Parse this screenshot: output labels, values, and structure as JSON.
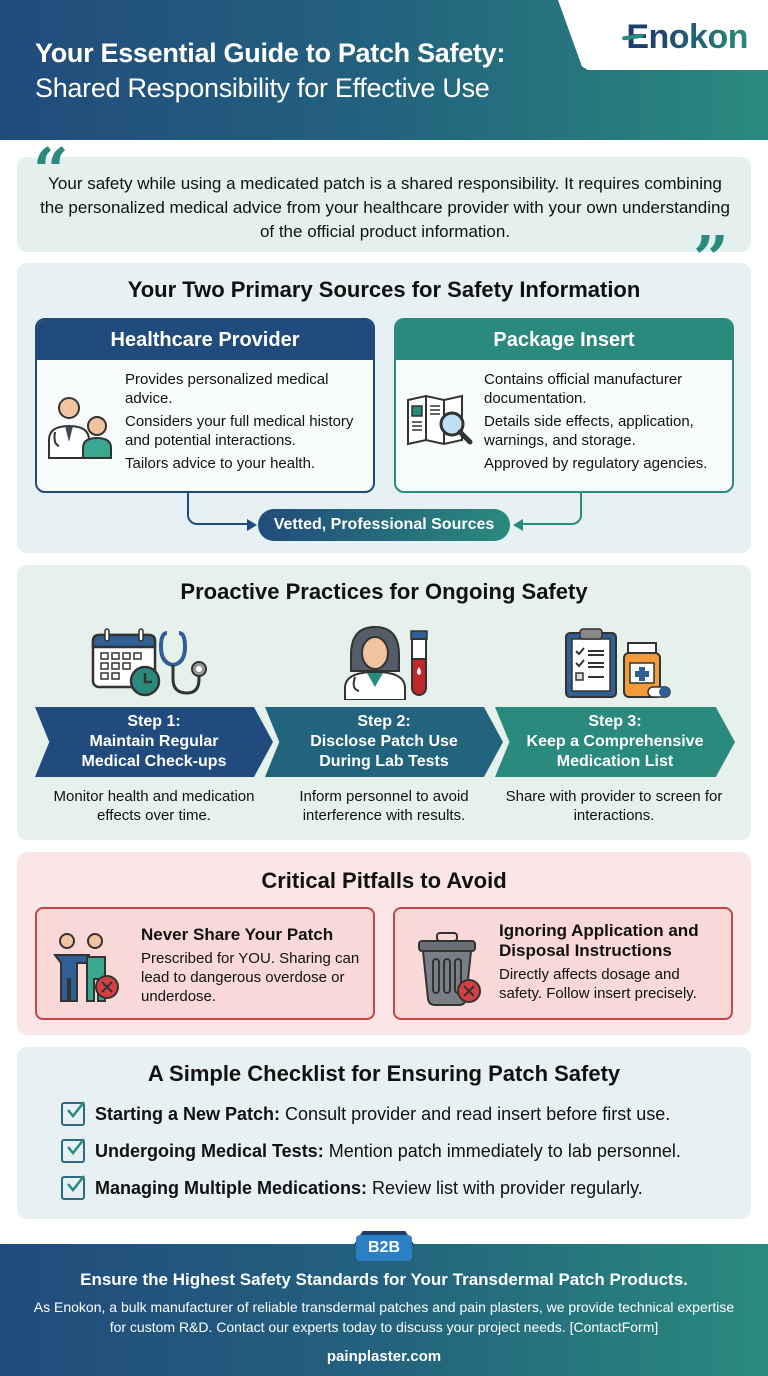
{
  "header": {
    "title": "Your Essential Guide to Patch Safety:",
    "subtitle": "Shared Responsibility for Effective Use",
    "logo": {
      "first": "E",
      "rest": "nokon"
    }
  },
  "quote": {
    "open_mark": "“",
    "close_mark": "”",
    "text": "Your safety while using a medicated patch is a shared responsibility. It requires combining the personalized medical advice from your healthcare provider with your own understanding of the official product information."
  },
  "sources": {
    "title": "Your Two Primary Sources for Safety Information",
    "cards": [
      {
        "title": "Healthcare Provider",
        "icon": "doctor-patient-icon",
        "points": [
          "Provides personalized medical advice.",
          "Considers your full medical history and potential interactions.",
          "Tailors advice to your health."
        ]
      },
      {
        "title": "Package Insert",
        "icon": "document-magnifier-icon",
        "points": [
          "Contains official manufacturer documentation.",
          "Details side effects, application, warnings, and storage.",
          "Approved by regulatory agencies."
        ]
      }
    ],
    "merge_label": "Vetted, Professional Sources"
  },
  "practices": {
    "title": "Proactive Practices for Ongoing Safety",
    "steps": [
      {
        "step": "Step 1:",
        "line1": "Maintain Regular",
        "line2": "Medical Check-ups",
        "desc": "Monitor health and medication effects over time.",
        "icon": "calendar-stethoscope-icon"
      },
      {
        "step": "Step 2:",
        "line1": "Disclose Patch Use",
        "line2": "During Lab Tests",
        "desc": "Inform personnel to avoid interference with results.",
        "icon": "doctor-blood-tube-icon"
      },
      {
        "step": "Step 3:",
        "line1": "Keep a Comprehensive",
        "line2": "Medication List",
        "desc": "Share with provider to screen for interactions.",
        "icon": "clipboard-pill-bottle-icon"
      }
    ]
  },
  "pitfalls": {
    "title": "Critical Pitfalls to Avoid",
    "items": [
      {
        "title": "Never Share Your Patch",
        "desc": "Prescribed for YOU. Sharing can lead to dangerous overdose or underdose.",
        "icon": "people-no-share-icon"
      },
      {
        "title": "Ignoring Application and Disposal Instructions",
        "desc": "Directly affects dosage and safety. Follow insert precisely.",
        "icon": "trash-can-x-icon"
      }
    ]
  },
  "checklist": {
    "title": "A Simple Checklist for Ensuring Patch Safety",
    "items": [
      {
        "bold": "Starting a New Patch:",
        "text": "Consult provider and read insert before first use."
      },
      {
        "bold": "Undergoing Medical Tests:",
        "text": "Mention patch immediately to lab personnel."
      },
      {
        "bold": "Managing Multiple Medications:",
        "text": "Review list with provider regularly."
      }
    ]
  },
  "footer": {
    "badge": "B2B",
    "title": "Ensure the Highest Safety Standards for Your Transdermal Patch Products.",
    "body": "As Enokon, a bulk manufacturer of reliable transdermal patches and pain plasters, we provide technical expertise for custom R&D. Contact our experts today to discuss your project needs. [ContactForm]",
    "url": "painplaster.com"
  },
  "colors": {
    "navy": "#214b7c",
    "teal": "#2a8a7d",
    "danger": "#c2474a",
    "badge_blue": "#2b7fc4"
  }
}
